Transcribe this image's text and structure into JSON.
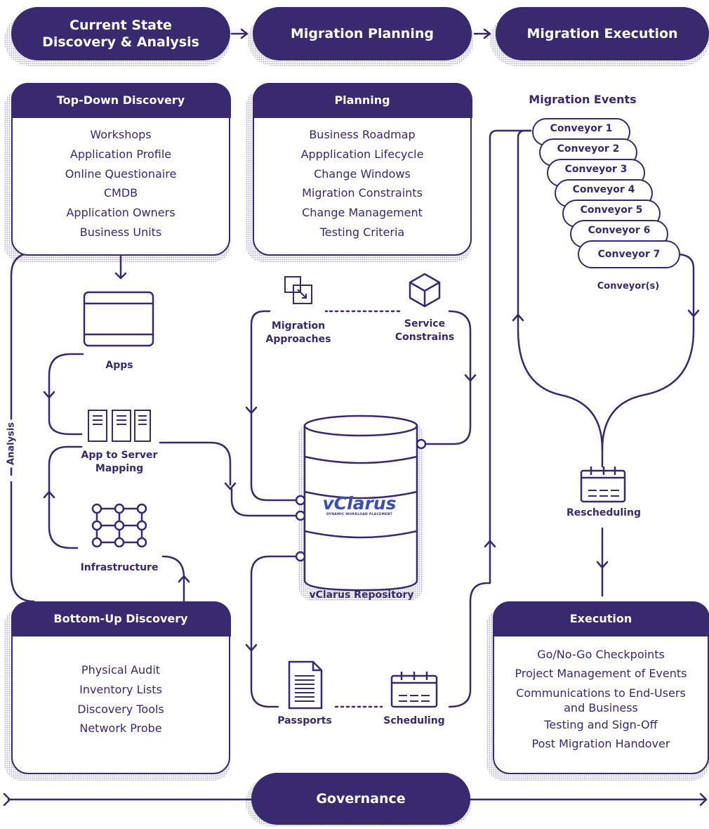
{
  "phases": [
    {
      "label_line1": "Current State",
      "label_line2": "Discovery & Analysis"
    },
    {
      "label": "Migration Planning"
    },
    {
      "label": "Migration Execution"
    }
  ],
  "top_down": {
    "title": "Top-Down Discovery",
    "items": [
      "Workshops",
      "Application Profile",
      "Online Questionaire",
      "CMDB",
      "Application Owners",
      "Business Units"
    ]
  },
  "planning": {
    "title": "Planning",
    "items": [
      "Business Roadmap",
      "Appplication Lifecycle",
      "Change Windows",
      "Migration Constraints",
      "Change Management",
      "Testing Criteria"
    ]
  },
  "migration_events": {
    "title": "Migration Events",
    "conveyors": [
      "Conveyor 1",
      "Conveyor 2",
      "Conveyor 3",
      "Conveyor 4",
      "Conveyor 5",
      "Conveyor 6",
      "Conveyor 7"
    ],
    "caption": "Conveyor(s)"
  },
  "nodes": {
    "apps": "Apps",
    "app_server_line1": "App to Server",
    "app_server_line2": "Mapping",
    "infrastructure": "Infrastructure",
    "migration_approaches_line1": "Migration",
    "migration_approaches_line2": "Approaches",
    "service_constrains_line1": "Service",
    "service_constrains_line2": "Constrains",
    "repository": "vClarus Repository",
    "passports": "Passports",
    "scheduling": "Scheduling",
    "rescheduling": "Rescheduling",
    "analysis": "Analysis"
  },
  "logo": {
    "text": "vClarus",
    "tagline": "DYNAMIC WORKLOAD PLACEMENT"
  },
  "bottom_up": {
    "title": "Bottom-Up Discovery",
    "items": [
      "Physical Audit",
      "Inventory Lists",
      "Discovery Tools",
      "Network Probe"
    ]
  },
  "execution": {
    "title": "Execution",
    "items": [
      "Go/No-Go Checkpoints",
      "Project Management of Events",
      "Communications to End-Users",
      "and Business",
      "Testing and Sign-Off",
      "Post Migration Handover"
    ]
  },
  "governance": "Governance",
  "colors": {
    "primary": "#39296e",
    "dots": "#b9b4cc"
  },
  "icons": [
    "monitor-icon",
    "server-rack-icon",
    "network-grid-icon",
    "migration-arrow-icon",
    "cube-icon",
    "database-icon",
    "document-icon",
    "calendar-icon"
  ]
}
